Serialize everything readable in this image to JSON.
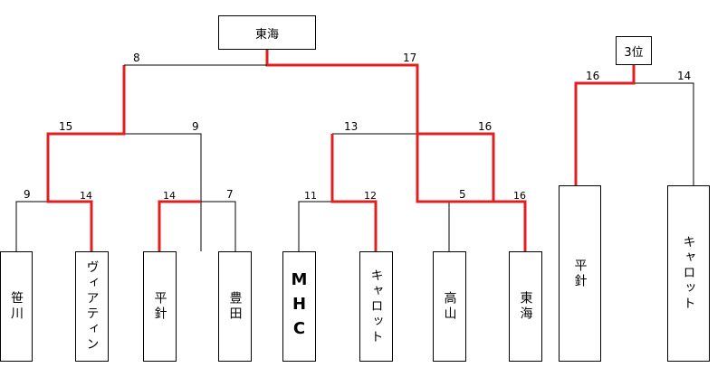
{
  "champion": "東海",
  "third_place_title": "3位",
  "teams": [
    "笹川",
    "ヴィアティン",
    "平針",
    "豊田",
    "MHC",
    "キャロット",
    "高山",
    "東海"
  ],
  "third_place_teams": [
    "平針",
    "キャロット"
  ],
  "scores": {
    "final": [
      "8",
      "17"
    ],
    "semi_left": [
      "15",
      "9"
    ],
    "semi_right": [
      "13",
      "16"
    ],
    "r1_1": [
      "9",
      "14"
    ],
    "r1_2": [
      "14",
      "7"
    ],
    "r1_3": [
      "11",
      "12"
    ],
    "r1_4": [
      "5",
      "16"
    ],
    "third": [
      "16",
      "14"
    ]
  },
  "colors": {
    "winner_line": "#e02020",
    "line": "#000000"
  }
}
